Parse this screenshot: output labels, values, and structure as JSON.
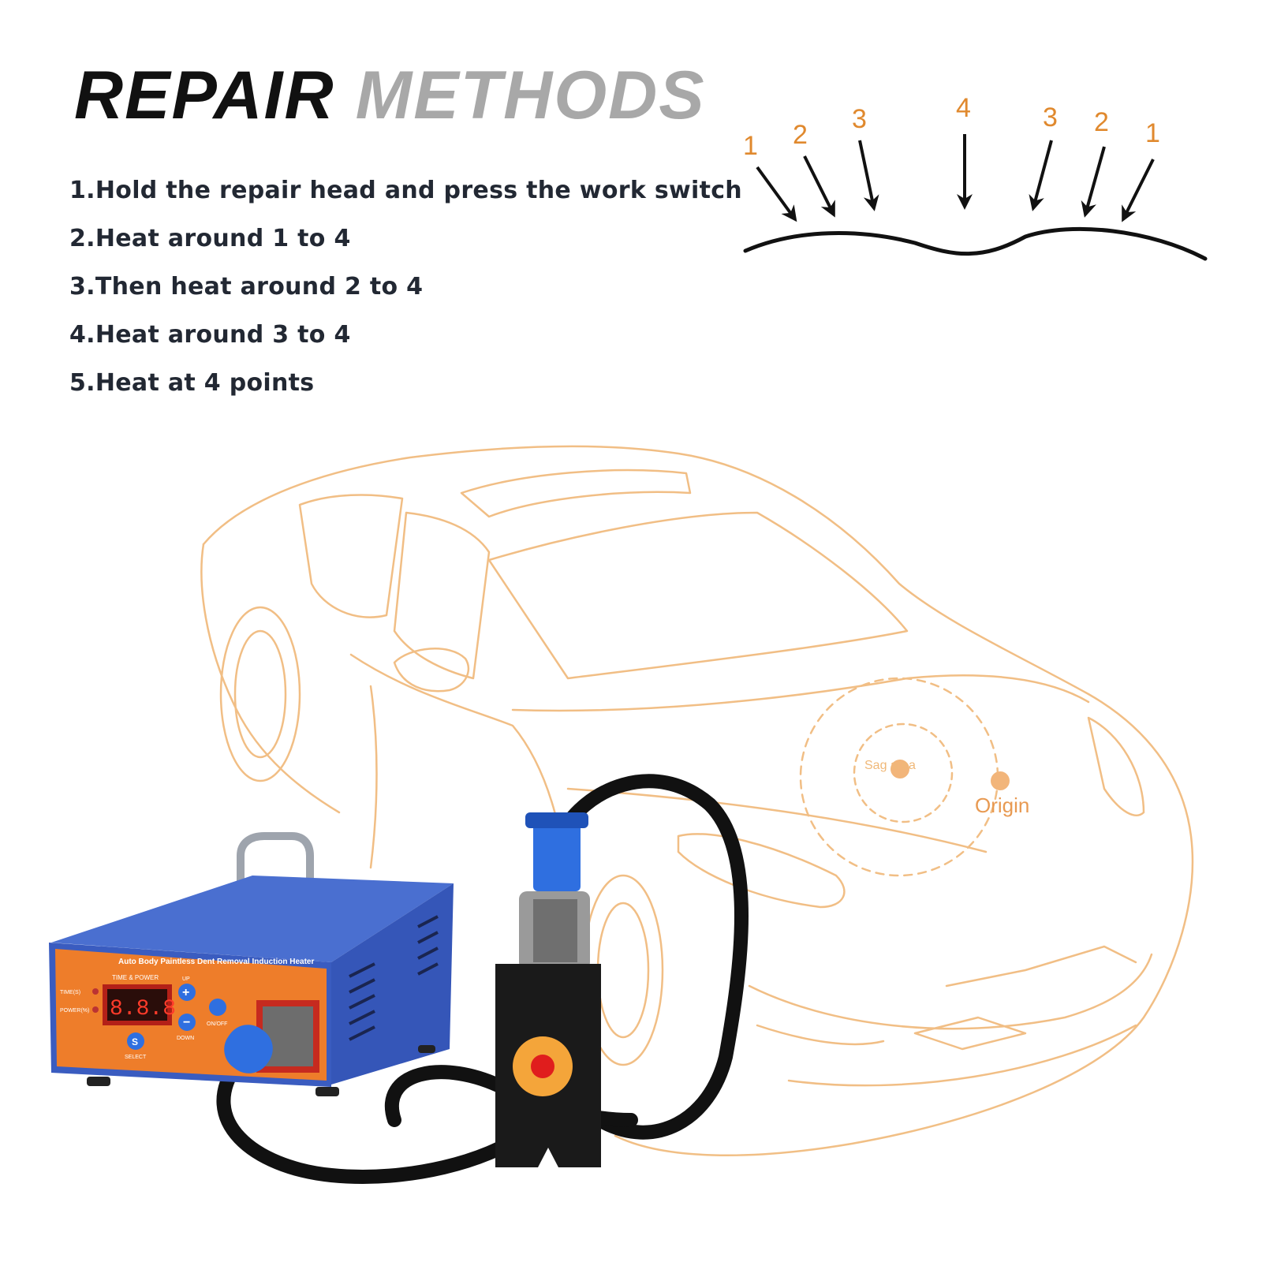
{
  "title": {
    "word1": "REPAIR",
    "word2": "METHODS"
  },
  "steps": [
    "1.Hold the repair head and press the work switch",
    "2.Heat around 1 to 4",
    "3.Then heat around 2 to 4",
    "4.Heat around 3 to 4",
    "5.Heat at 4 points"
  ],
  "diagram": {
    "arrow_labels": [
      "1",
      "2",
      "3",
      "4",
      "3",
      "2",
      "1"
    ],
    "label_color": "#e0892e"
  },
  "car_sketch": {
    "sag_area_label": "Sag area",
    "origin_label": "Origin",
    "line_color": "#f0b878"
  },
  "device": {
    "panel_title": "Auto Body Paintless Dent Removal Induction Heater",
    "display_label": "TIME & POWER",
    "display_value": "8.8.8",
    "time_label": "TIME(S)",
    "power_label": "POWER(%)",
    "up_label": "UP",
    "down_label": "DOWN",
    "onoff_label": "ON/OFF",
    "select_label": "SELECT",
    "select_key": "S",
    "body_color": "#3f63c6",
    "panel_color": "#ee7d2a",
    "connector_color": "#2f6fe0"
  }
}
